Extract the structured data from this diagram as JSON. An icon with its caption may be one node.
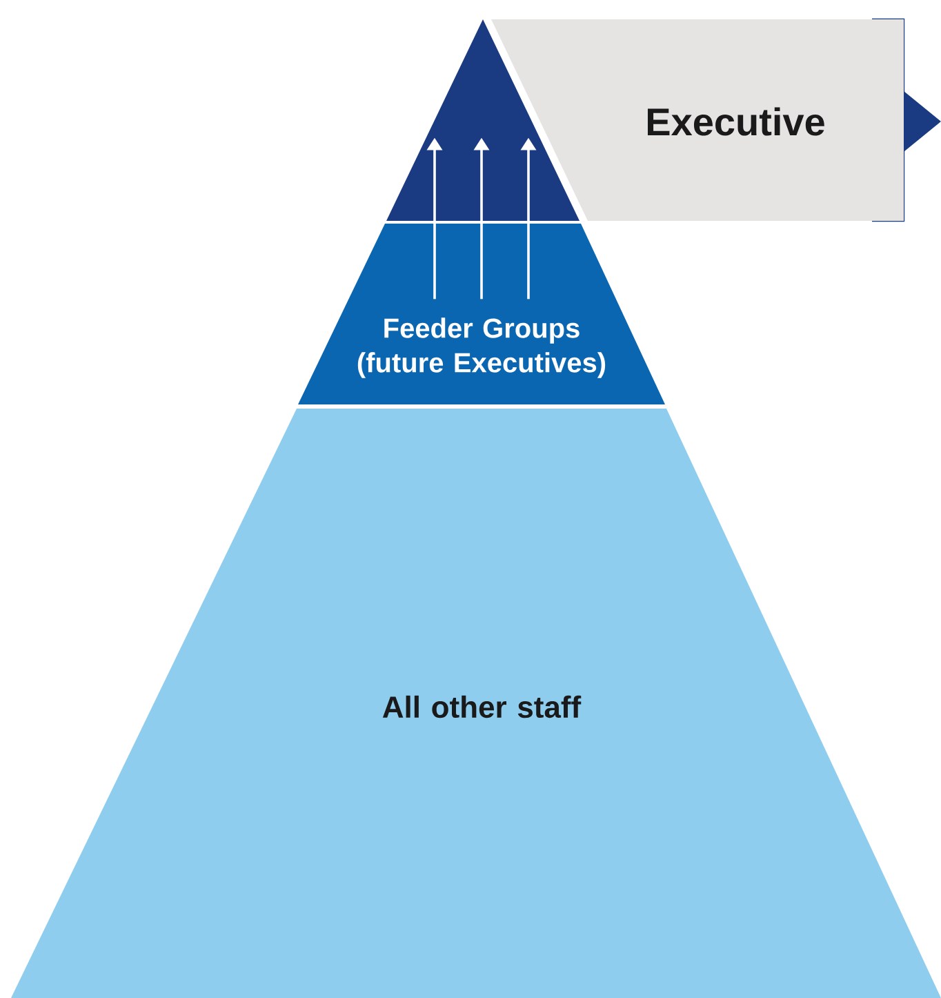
{
  "diagram": {
    "nodes": [
      {
        "text": [],
        "shape": "triangle"
      },
      {
        "text": [
          "Executive"
        ]
      },
      {
        "text": [
          "Feeder Groups (future Executives)"
        ]
      },
      {
        "text": [
          "All other staff"
        ]
      }
    ],
    "edges": [
      {
        "from": 2,
        "to": 0,
        "arrow": "to",
        "color": "#ffffff"
      },
      {
        "from": 2,
        "to": 0,
        "arrow": "to",
        "color": "#ffffff"
      },
      {
        "from": 2,
        "to": 0,
        "arrow": "to",
        "color": "#ffffff"
      }
    ]
  }
}
